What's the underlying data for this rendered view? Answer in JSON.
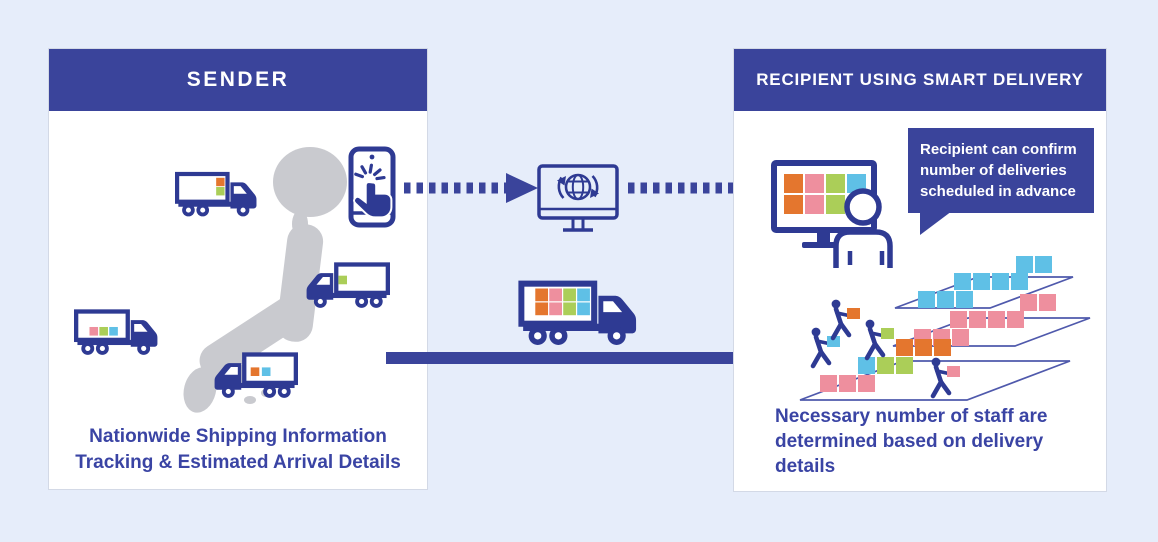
{
  "page": {
    "background_color": "#E6EDFA",
    "description_type": "smart-delivery-flow-infographic"
  },
  "palette": {
    "indigo_header": "#3A449B",
    "indigo_icon": "#2E3A93",
    "text_blue": "#3A44A4",
    "parcel_orange": "#E4762E",
    "parcel_pink": "#EE8F9E",
    "parcel_green": "#ABCE58",
    "parcel_blue": "#5FC0E6",
    "map_gray": "#C9CACF",
    "panel_white": "#FFFFFF"
  },
  "sender_panel": {
    "header": "SENDER",
    "caption_lines": [
      "Nationwide Shipping Information",
      "Tracking & Estimated Arrival Details"
    ]
  },
  "recipient_panel": {
    "header": "RECIPIENT USING SMART DELIVERY",
    "speech_bubble_lines": [
      "Recipient can confirm",
      "number of deliveries",
      "scheduled in advance"
    ],
    "caption_lines": [
      "Necessary number of staff are",
      "determined based on delivery",
      "details"
    ]
  },
  "icons": {
    "japan-map-icon": "gray silhouette map of Japan",
    "delivery-truck-icon": "indigo box truck with colored parcels (x4 on map)",
    "smartphone-tap-icon": "smartphone with tapping finger and click rays",
    "dotted-arrow-icon": "dashed indigo arrow (x2, phone to server, server to recipient)",
    "internet-server-icon": "monitor with globe and sync arrows",
    "loaded-truck-icon": "box truck loaded with 8 colored parcels",
    "solid-arrow-icon": "long solid indigo arrow into recipient panel",
    "monitor-parcels-icon": "monitor showing 7 colored parcel tiles",
    "person-icon": "person outline in front of monitor",
    "warehouse-staff-icon": "stick-figure workers carrying parcels onto shelf platforms"
  }
}
